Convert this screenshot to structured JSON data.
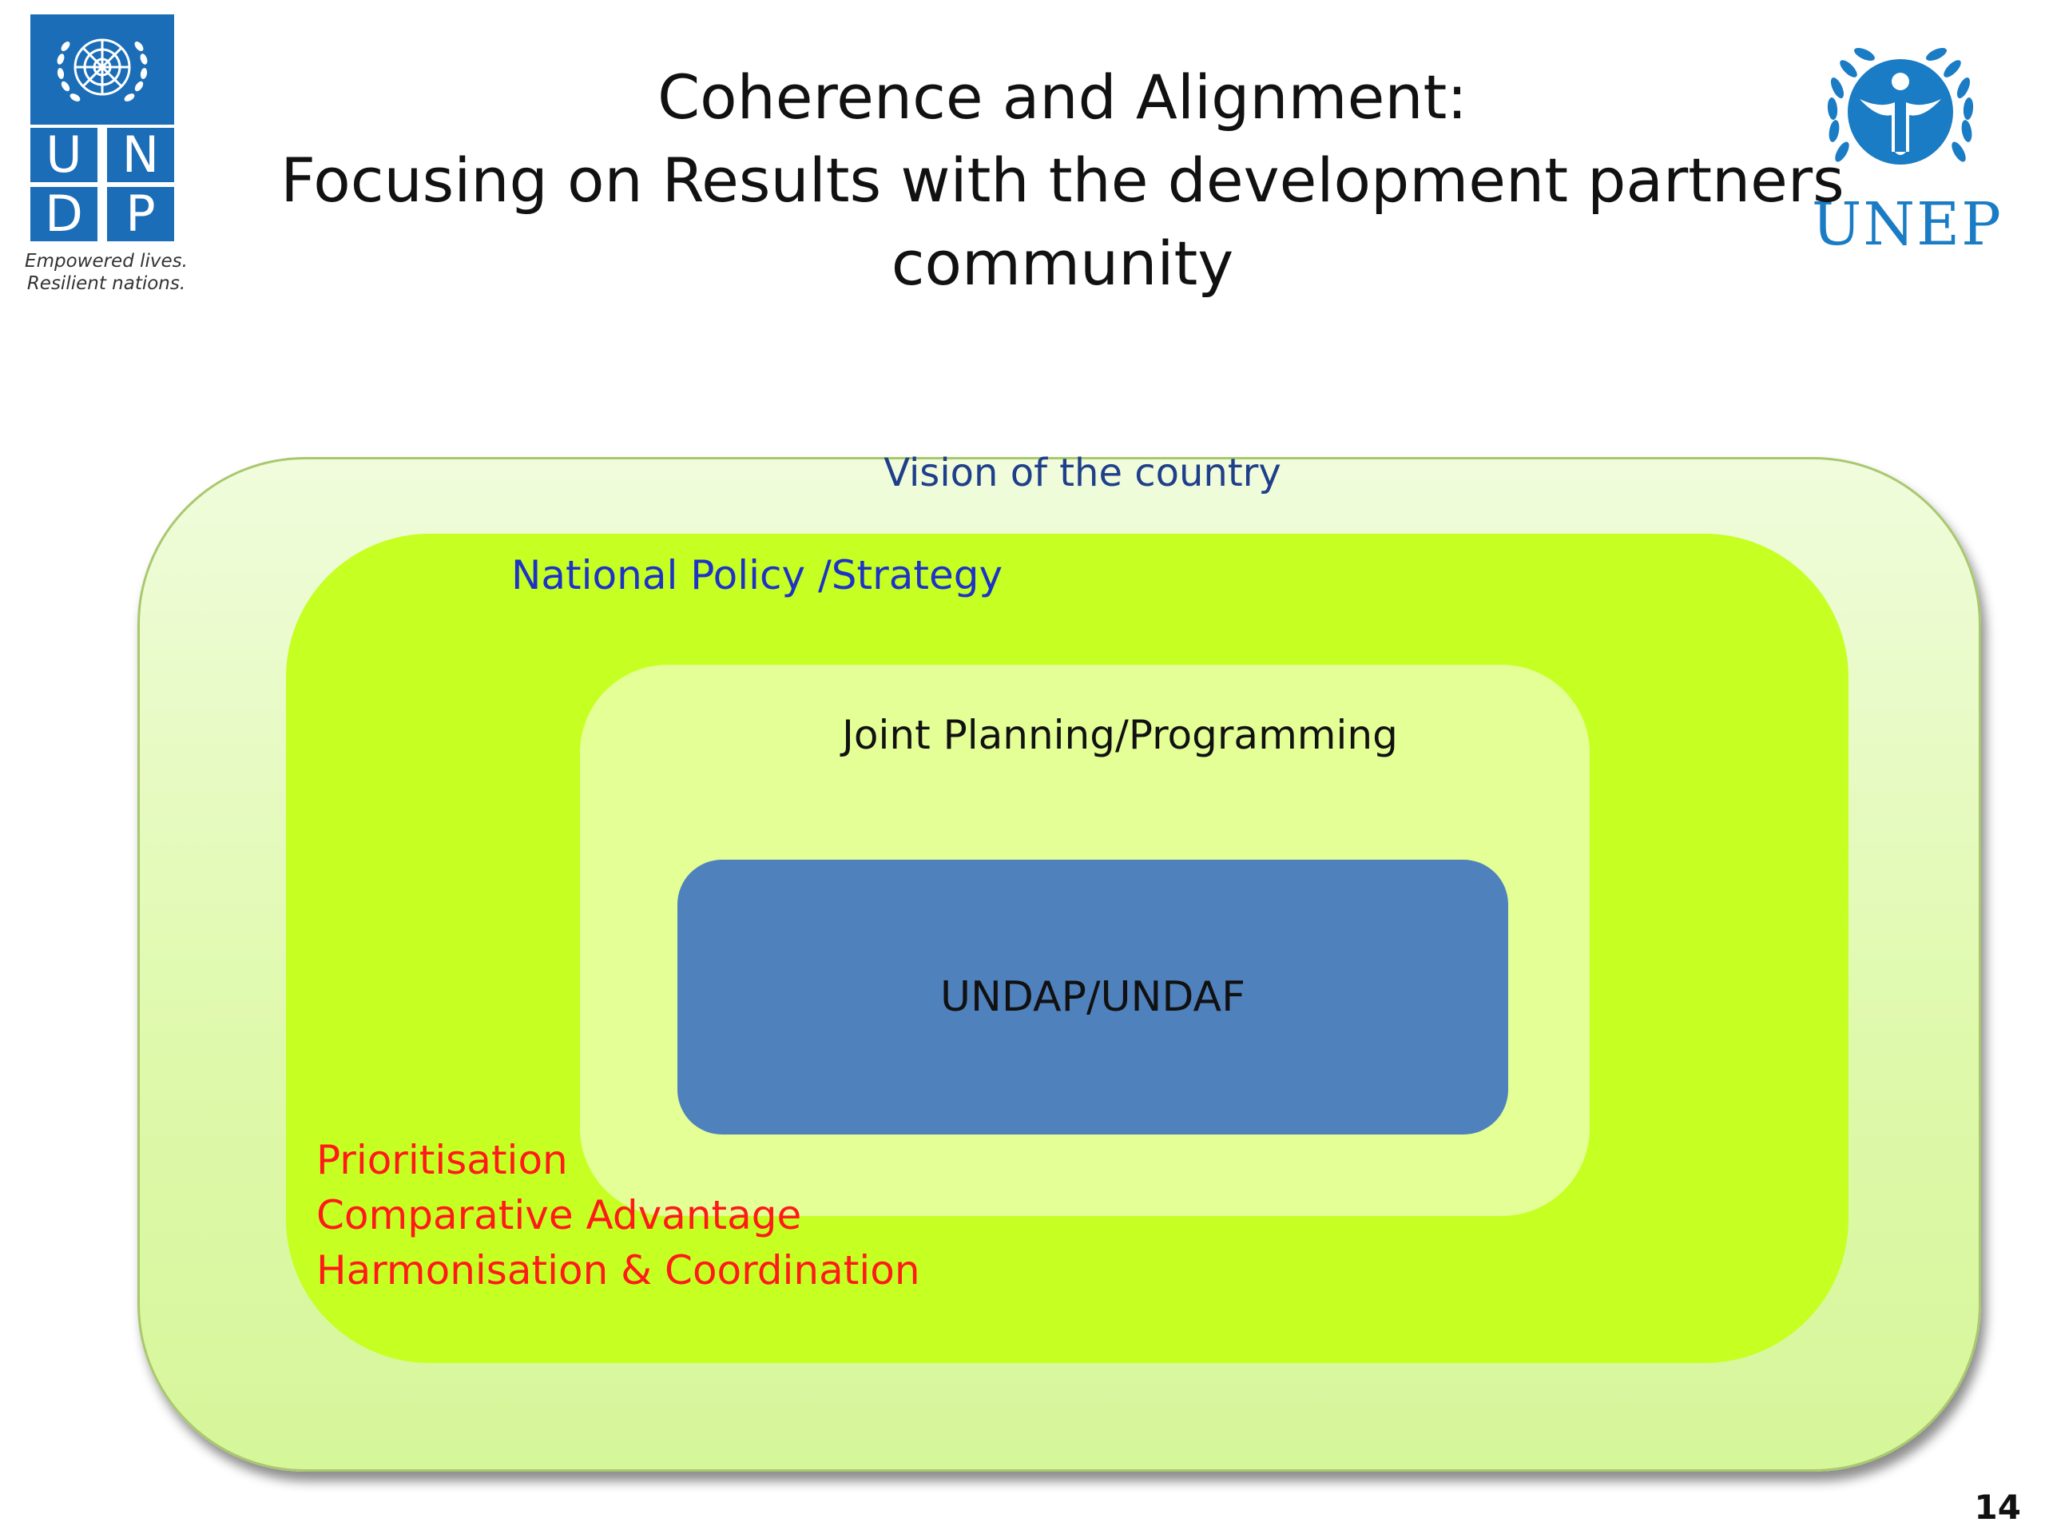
{
  "header": {
    "title_lines": [
      "Coherence and Alignment:",
      "Focusing on Results  with the development partners",
      "community"
    ]
  },
  "logos": {
    "undp": {
      "letters": [
        "U",
        "N",
        "D",
        "P"
      ],
      "tagline_lines": [
        "Empowered lives.",
        "Resilient nations."
      ],
      "color": "#1a6db6"
    },
    "unep": {
      "wordmark": "UNEP",
      "color": "#1a7cc4"
    }
  },
  "diagram": {
    "layers": [
      {
        "label": "Vision of the country",
        "color": "#def9aa"
      },
      {
        "label": "National Policy /Strategy",
        "color": "#c6ff22"
      },
      {
        "label": "Joint Planning/Programming",
        "color": "#e3ff96"
      },
      {
        "label": "UNDAP/UNDAF",
        "color": "#4f81bd"
      }
    ],
    "principles": [
      "Prioritisation",
      "Comparative Advantage",
      "Harmonisation & Coordination"
    ],
    "principles_color": "#ff1a1a"
  },
  "footer": {
    "slide_number": "14"
  }
}
